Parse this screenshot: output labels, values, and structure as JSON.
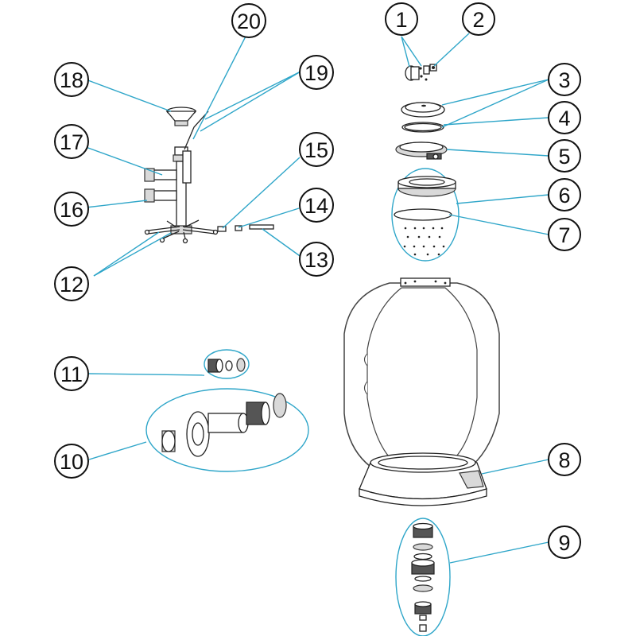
{
  "callouts": [
    {
      "id": "1",
      "label": "1"
    },
    {
      "id": "2",
      "label": "2"
    },
    {
      "id": "3",
      "label": "3"
    },
    {
      "id": "4",
      "label": "4"
    },
    {
      "id": "5",
      "label": "5"
    },
    {
      "id": "6",
      "label": "6"
    },
    {
      "id": "7",
      "label": "7"
    },
    {
      "id": "8",
      "label": "8"
    },
    {
      "id": "9",
      "label": "9"
    },
    {
      "id": "10",
      "label": "10"
    },
    {
      "id": "11",
      "label": "11"
    },
    {
      "id": "12",
      "label": "12"
    },
    {
      "id": "13",
      "label": "13"
    },
    {
      "id": "14",
      "label": "14"
    },
    {
      "id": "15",
      "label": "15"
    },
    {
      "id": "16",
      "label": "16"
    },
    {
      "id": "17",
      "label": "17"
    },
    {
      "id": "18",
      "label": "18"
    },
    {
      "id": "19",
      "label": "19"
    },
    {
      "id": "20",
      "label": "20"
    }
  ],
  "colors": {
    "leader_line": "#2fa6c9",
    "bubble_stroke": "#111111",
    "part_stroke": "#222222",
    "background": "#ffffff"
  }
}
